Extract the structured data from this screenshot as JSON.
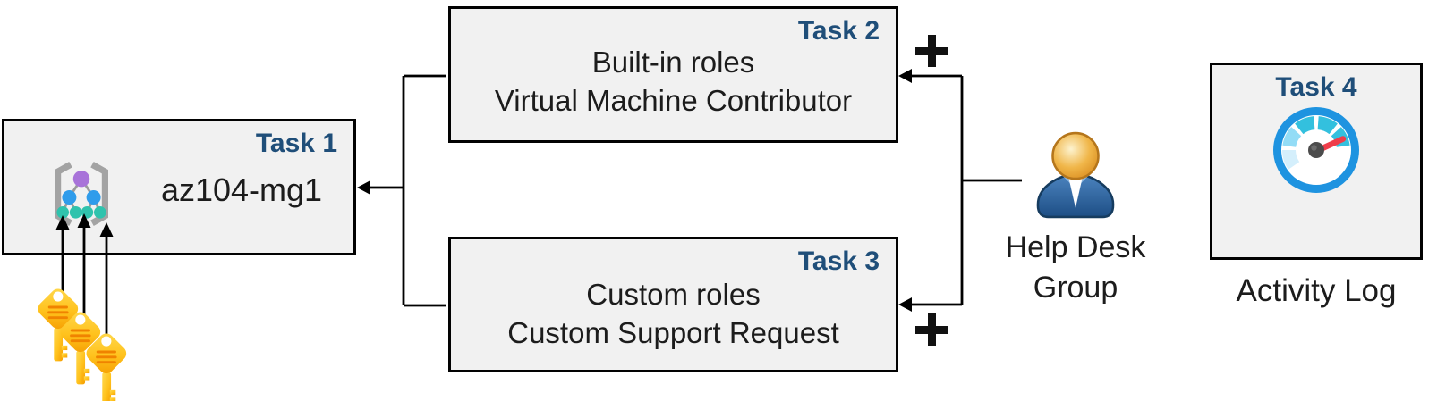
{
  "diagram_title": "Azure role assignment tasks diagram",
  "task1": {
    "badge": "Task 1",
    "name": "az104-mg1",
    "icon": "management-group-icon"
  },
  "task2": {
    "badge": "Task 2",
    "line1": "Built-in roles",
    "line2": "Virtual Machine Contributor"
  },
  "task3": {
    "badge": "Task 3",
    "line1": "Custom roles",
    "line2": "Custom Support Request"
  },
  "task4": {
    "badge": "Task 4",
    "caption": "Activity Log",
    "icon": "activity-log-gauge-icon"
  },
  "help_desk_group": {
    "line1": "Help Desk",
    "line2": "Group",
    "icon": "user-icon"
  },
  "plus_top": "+",
  "plus_bottom": "+",
  "keys": {
    "icon": "key-icon",
    "count": 3
  },
  "colors": {
    "box_fill": "#f1f1f1",
    "box_border": "#020202",
    "badge_text": "#1f4e79",
    "body_text": "#1c1c1c",
    "connector": "#000000",
    "key_gold": "#ffc929",
    "key_ridge": "#f08300",
    "user_head": "#eaa93c",
    "user_body": "#2e6295",
    "gauge_ring": "#1e93e0",
    "gauge_teal": "#33c0de",
    "gauge_light": "#93dcf6",
    "gauge_lighter": "#d4effc",
    "gauge_needle": "#ee3d4a"
  }
}
